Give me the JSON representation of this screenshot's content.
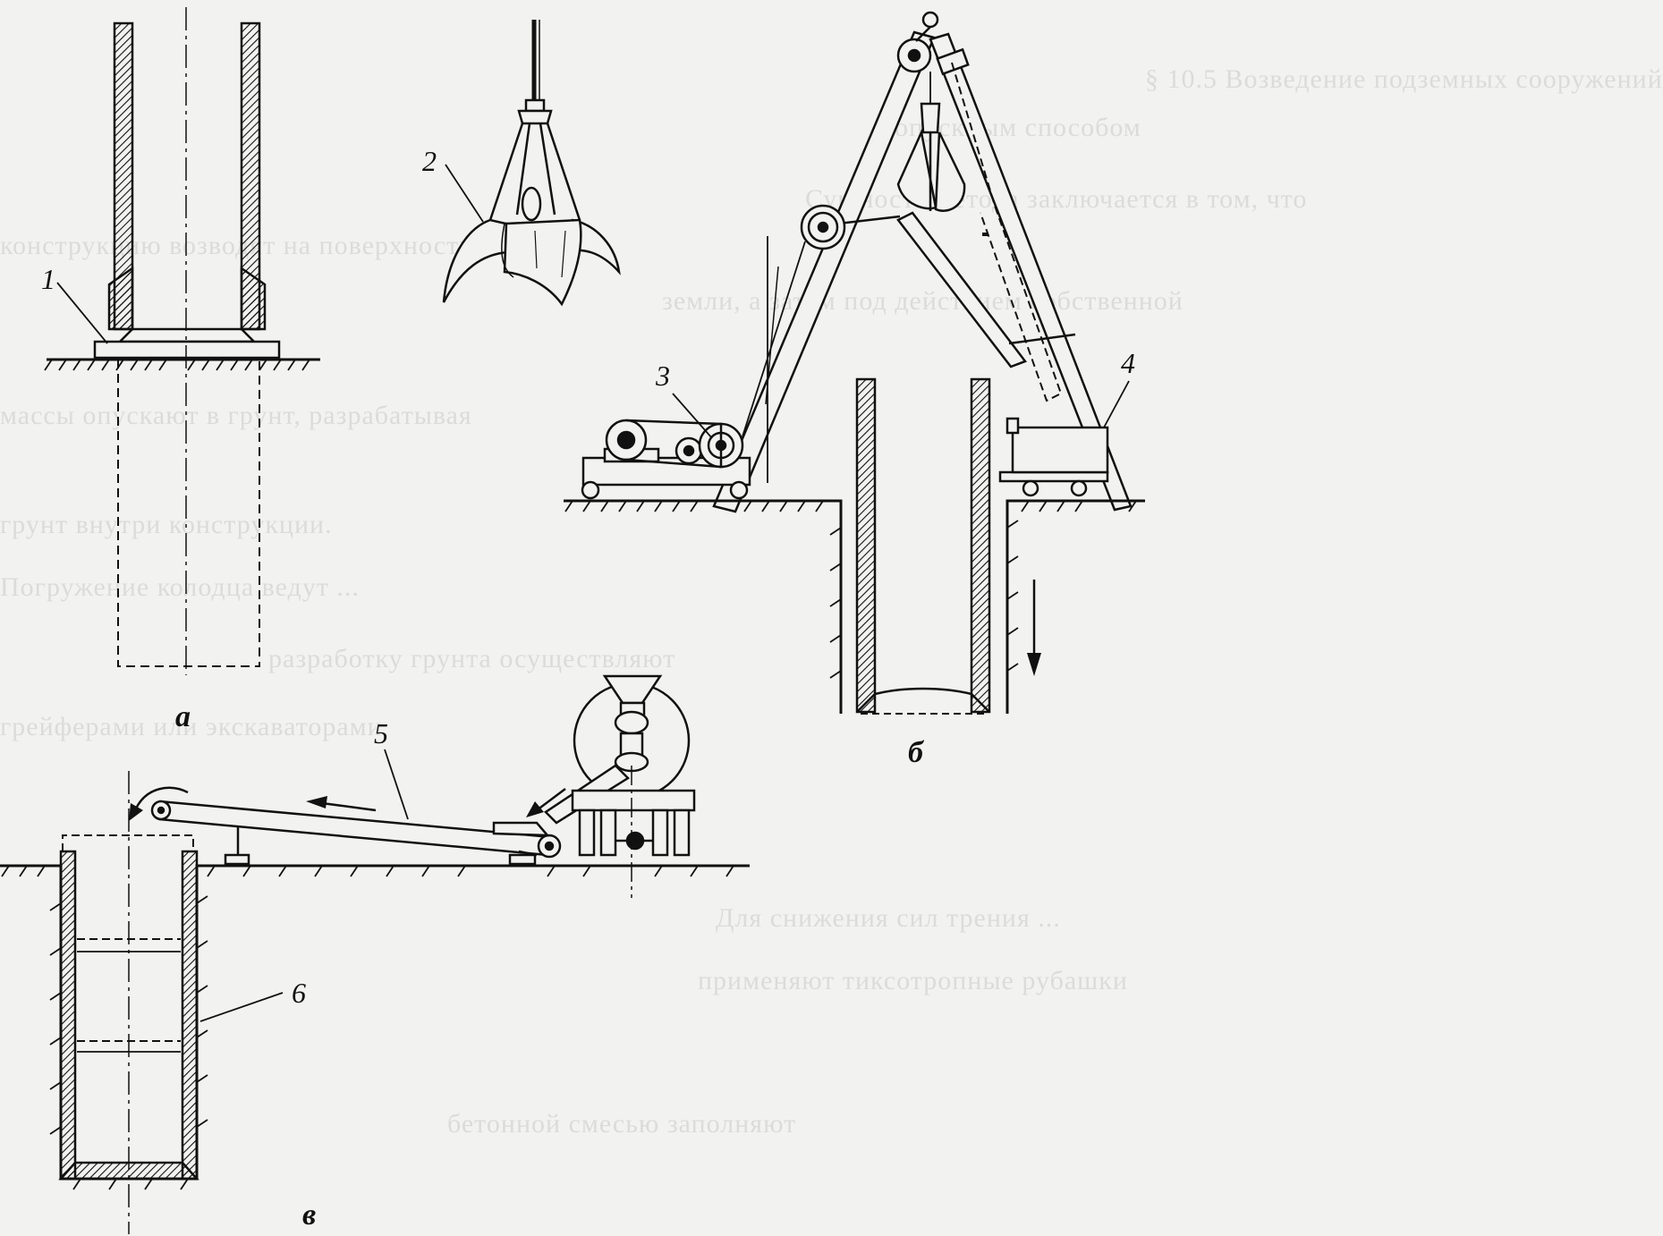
{
  "callouts": {
    "one": "1",
    "two": "2",
    "three": "3",
    "four": "4",
    "five": "5",
    "six": "6"
  },
  "subfigures": {
    "a": "а",
    "b": "б",
    "v": "в"
  },
  "bleed_through": [
    "§ 10.5  Возведение подземных сооружений",
    "опускным способом",
    "Сущность метода заключается в том, что",
    "конструкцию возводят на поверхности",
    "земли, а затем под действием собственной",
    "массы опускают в грунт, разрабатывая",
    "грунт внутри конструкции.",
    "Погружение колодца ведут ...",
    "разработку грунта осуществляют",
    "грейферами или экскаваторами",
    "Для снижения сил трения ...",
    "применяют тиксотропные рубашки",
    "бетонной смесью заполняют"
  ]
}
